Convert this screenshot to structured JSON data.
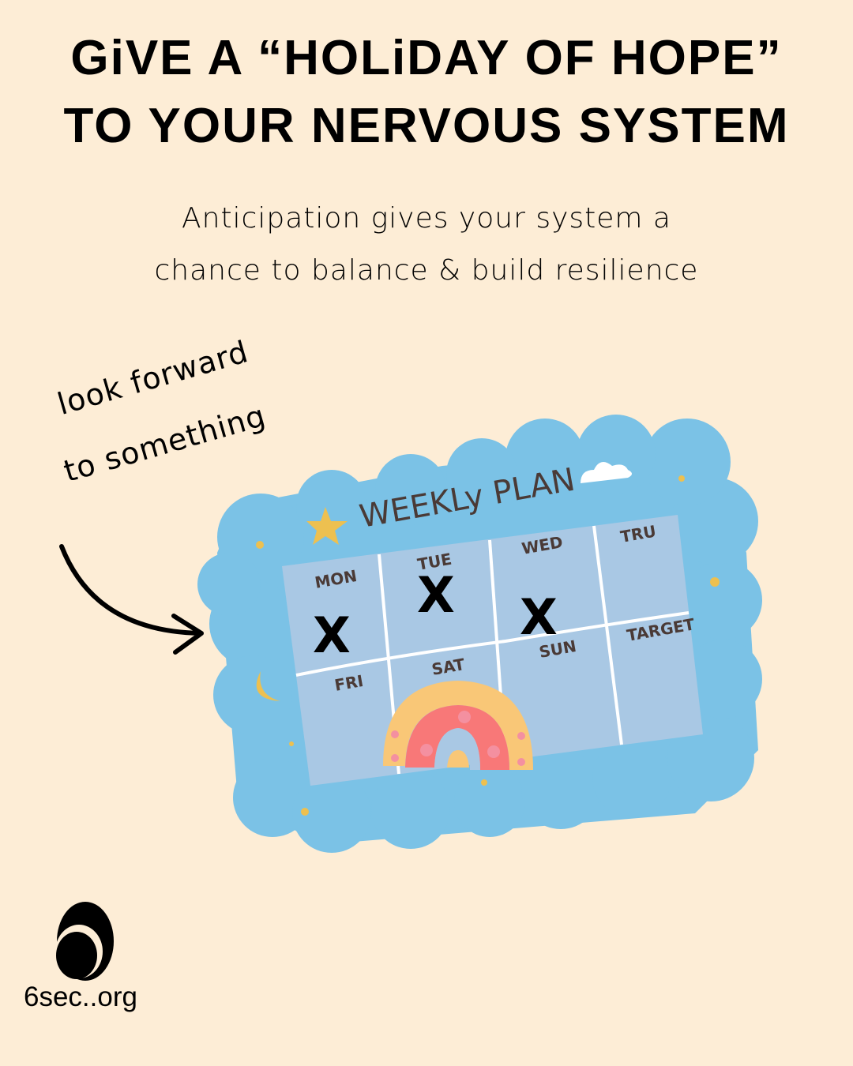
{
  "title": {
    "line1": "GiVE A “HOLiDAY OF HOPE”",
    "line2": "TO YOUR NERVOUS SYSTEM"
  },
  "subtitle": {
    "line1": "Anticipation gives your system a",
    "line2": "chance to balance & build resilience"
  },
  "annotation": {
    "line1": "look forward",
    "line2": "to something"
  },
  "planner": {
    "heading": "WEEKLy PLAN",
    "days": [
      "MON",
      "TUE",
      "WED",
      "TRU",
      "FRI",
      "SAT",
      "SUN",
      "TARGET"
    ],
    "marked_days": [
      "MON",
      "TUE",
      "WED"
    ],
    "mark": "X"
  },
  "colors": {
    "background": "#FDEDD6",
    "cloud": "#7BC2E6",
    "grid": "#A9C8E4",
    "accent_yellow": "#EDC050",
    "rainbow_red": "#F87878"
  },
  "logo": {
    "text": "6sec..org"
  }
}
